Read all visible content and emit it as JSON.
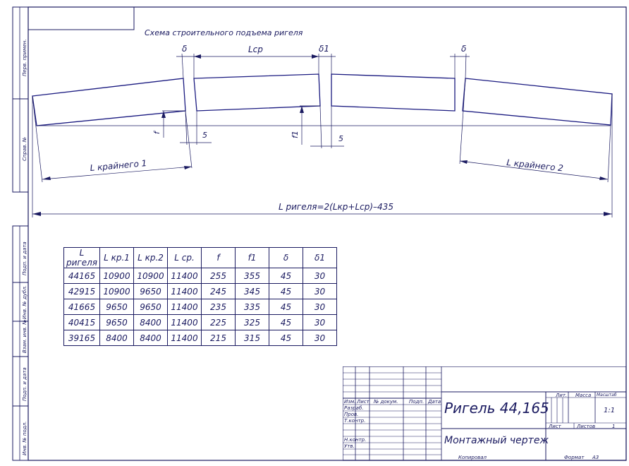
{
  "scheme_title": "Схема строительного подъема ригеля",
  "dims": {
    "delta": "δ",
    "l_cp": "Lср",
    "delta1": "δ1",
    "f": "f",
    "f1": "f1",
    "gap_left": "5",
    "gap_mid": "5",
    "l_end1": "L крайнего 1",
    "l_end2": "L крайнего 2",
    "l_total": "L ригеля=2(Lкр+Lср)–435"
  },
  "side_labels": [
    "Перв. примен.",
    "Справ. №",
    "Подп. и дата",
    "Инв. № дубл.",
    "Взам. инв. №",
    "Подп. и дата",
    "Инв. № подл."
  ],
  "table": {
    "headers": [
      "L ригеля",
      "L кр.1",
      "L кр.2",
      "L ср.",
      "f",
      "f1",
      "δ",
      "δ1"
    ],
    "rows": [
      [
        "44165",
        "10900",
        "10900",
        "11400",
        "255",
        "355",
        "45",
        "30"
      ],
      [
        "42915",
        "10900",
        "9650",
        "11400",
        "245",
        "345",
        "45",
        "30"
      ],
      [
        "41665",
        "9650",
        "9650",
        "11400",
        "235",
        "335",
        "45",
        "30"
      ],
      [
        "40415",
        "9650",
        "8400",
        "11400",
        "225",
        "325",
        "45",
        "30"
      ],
      [
        "39165",
        "8400",
        "8400",
        "11400",
        "215",
        "315",
        "45",
        "30"
      ]
    ]
  },
  "title_block": {
    "title": "Ригель 44,165",
    "subtitle": "Монтажный чертеж",
    "headers": [
      "Изм.",
      "Лист",
      "№ докум.",
      "Подп.",
      "Дата"
    ],
    "roles": [
      "Разраб.",
      "Пров.",
      "Т.контр.",
      "Н.контр.",
      "Утв."
    ],
    "lit": "Лит.",
    "mass": "Масса",
    "scale_label": "Масштаб",
    "scale": "1:1",
    "sheet": "Лист",
    "sheets": "Листов",
    "sheets_count": "1",
    "copied": "Копировал",
    "format_label": "Формат",
    "format": "А3"
  }
}
